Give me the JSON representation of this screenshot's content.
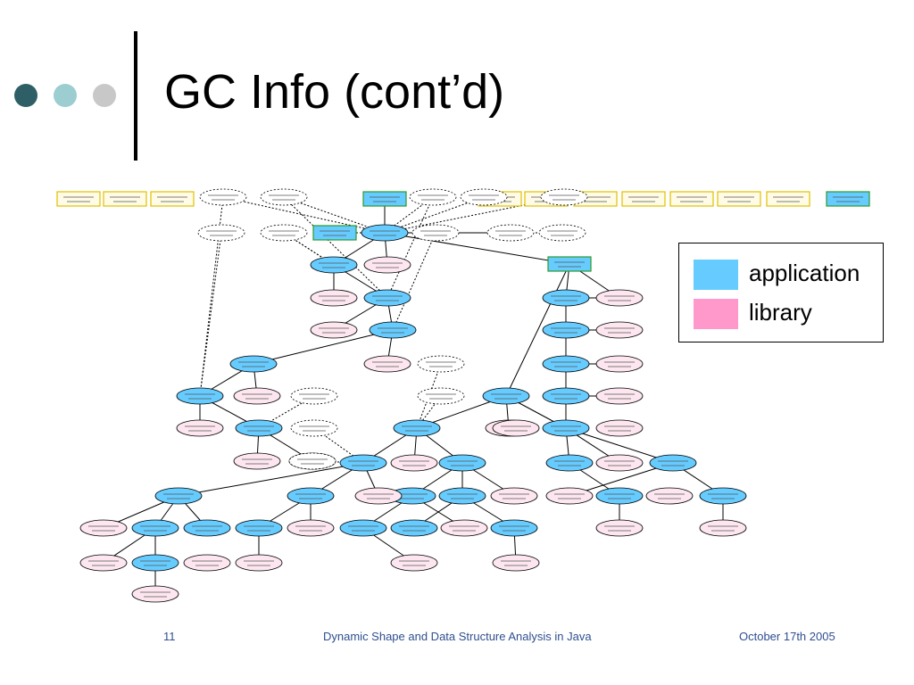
{
  "slide": {
    "title": "GC Info (cont’d)",
    "accent_dots": [
      "#2f5f66",
      "#9bcdd1",
      "#c8c8c8"
    ]
  },
  "legend": {
    "items": [
      {
        "label": "application",
        "color": "#66ccff"
      },
      {
        "label": "library",
        "color": "#ff99cc"
      }
    ]
  },
  "diagram": {
    "node_colors": {
      "application": "#66ccff",
      "library": "#fde6ef",
      "top_border": "#2c9a2c"
    }
  },
  "footer": {
    "page_number": "11",
    "center_text": "Dynamic Shape and Data Structure Analysis in Java",
    "date": "October 17th 2005"
  }
}
